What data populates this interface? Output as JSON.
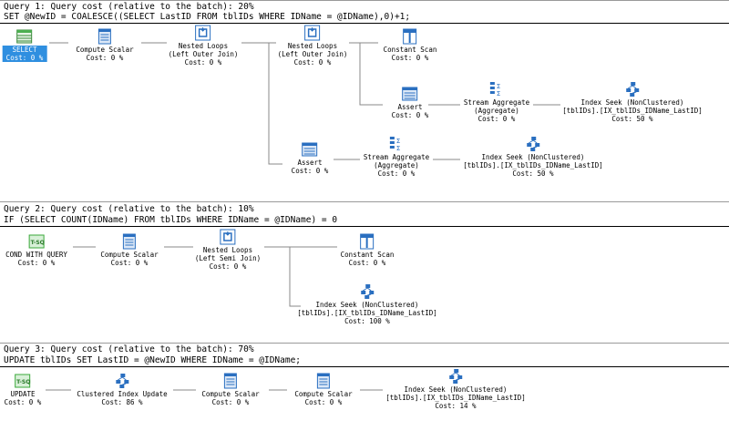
{
  "queries": [
    {
      "header": "Query 1: Query cost (relative to the batch): 20%",
      "sql": "SET @NewID = COALESCE((SELECT LastID FROM tblIDs WHERE IDName = @IDName),0)+1;",
      "ops": {
        "select": {
          "name": "SELECT",
          "cost": "Cost: 0 %"
        },
        "compute": {
          "name": "Compute Scalar",
          "cost": "Cost: 0 %"
        },
        "nl1": {
          "name": "Nested Loops",
          "sub": "(Left Outer Join)",
          "cost": "Cost: 0 %"
        },
        "nl2": {
          "name": "Nested Loops",
          "sub": "(Left Outer Join)",
          "cost": "Cost: 0 %"
        },
        "constscan": {
          "name": "Constant Scan",
          "cost": "Cost: 0 %"
        },
        "assert1": {
          "name": "Assert",
          "cost": "Cost: 0 %"
        },
        "streamagg1": {
          "name": "Stream Aggregate",
          "sub": "(Aggregate)",
          "cost": "Cost: 0 %"
        },
        "seek1": {
          "name": "Index Seek (NonClustered)",
          "sub": "[tblIDs].[IX_tblIDs_IDName_LastID]",
          "cost": "Cost: 50 %"
        },
        "assert2": {
          "name": "Assert",
          "cost": "Cost: 0 %"
        },
        "streamagg2": {
          "name": "Stream Aggregate",
          "sub": "(Aggregate)",
          "cost": "Cost: 0 %"
        },
        "seek2": {
          "name": "Index Seek (NonClustered)",
          "sub": "[tblIDs].[IX_tblIDs_IDName_LastID]",
          "cost": "Cost: 50 %"
        }
      }
    },
    {
      "header": "Query 2: Query cost (relative to the batch): 10%",
      "sql": "IF (SELECT COUNT(IDName) FROM tblIDs WHERE IDName = @IDName) = 0",
      "ops": {
        "cond": {
          "name": "COND WITH QUERY",
          "cost": "Cost: 0 %"
        },
        "compute": {
          "name": "Compute Scalar",
          "cost": "Cost: 0 %"
        },
        "nl": {
          "name": "Nested Loops",
          "sub": "(Left Semi Join)",
          "cost": "Cost: 0 %"
        },
        "constscan": {
          "name": "Constant Scan",
          "cost": "Cost: 0 %"
        },
        "seek": {
          "name": "Index Seek (NonClustered)",
          "sub": "[tblIDs].[IX_tblIDs_IDName_LastID]",
          "cost": "Cost: 100 %"
        }
      }
    },
    {
      "header": "Query 3: Query cost (relative to the batch): 70%",
      "sql": "UPDATE tblIDs SET LastID = @NewID WHERE IDName = @IDName;",
      "ops": {
        "update": {
          "name": "UPDATE",
          "cost": "Cost: 0 %"
        },
        "ciu": {
          "name": "Clustered Index Update",
          "cost": "Cost: 86 %"
        },
        "compute1": {
          "name": "Compute Scalar",
          "cost": "Cost: 0 %"
        },
        "compute2": {
          "name": "Compute Scalar",
          "cost": "Cost: 0 %"
        },
        "seek": {
          "name": "Index Seek (NonClustered)",
          "sub": "[tblIDs].[IX_tblIDs_IDName_LastID]",
          "cost": "Cost: 14 %"
        }
      }
    }
  ],
  "icons": {
    "select": "select-table-icon",
    "compute": "compute-scalar-icon",
    "nested_loops": "nested-loops-icon",
    "constant_scan": "constant-scan-icon",
    "assert": "assert-icon",
    "stream_aggregate": "stream-aggregate-icon",
    "index_seek": "index-seek-icon",
    "cond": "tsql-cond-icon",
    "update": "tsql-update-icon"
  },
  "colors": {
    "selected": "#2f8fe0",
    "edge": "#8a8a8a",
    "icon_blue": "#2a6fc0",
    "icon_green": "#3aa83a"
  }
}
